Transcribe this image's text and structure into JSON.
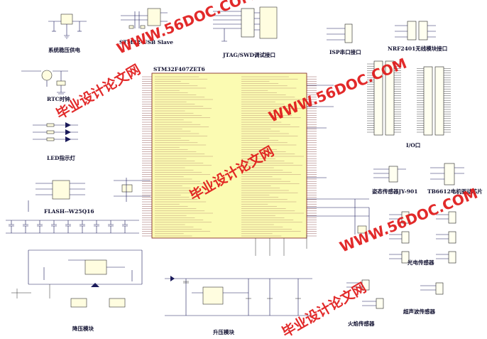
{
  "schematic": {
    "mcu_label": "STM32F407ZET6",
    "blocks": {
      "power_supply": "系统稳压供电",
      "usb_slave": "STM32-USB Slave",
      "jtag_swd": "JTAG/SWD调试接口",
      "isp_serial": "ISP串口接口",
      "nrf2401": "NRF2401无线模块接口",
      "rtc_clock": "RTC时钟",
      "led_indicator": "LED指示灯",
      "flash": "FLASH--W25Q16",
      "io_port": "I/O口",
      "attitude_sensor": "姿态传感器JY-901",
      "motor_driver": "TB6612电机驱动芯片",
      "photo_sensor": "光电传感器",
      "flame_sensor": "火焰传感器",
      "ultrasonic_sensor": "超声波传感器",
      "buck_module": "降压模块",
      "boost_module": "升压模块"
    }
  },
  "watermarks": {
    "url": "WWW.56DOC.COM",
    "school": "毕业设计论文网"
  },
  "colors": {
    "watermark": "#e01818",
    "chip_fill": "#fbfbb2",
    "wire": "#1a1a5a"
  }
}
